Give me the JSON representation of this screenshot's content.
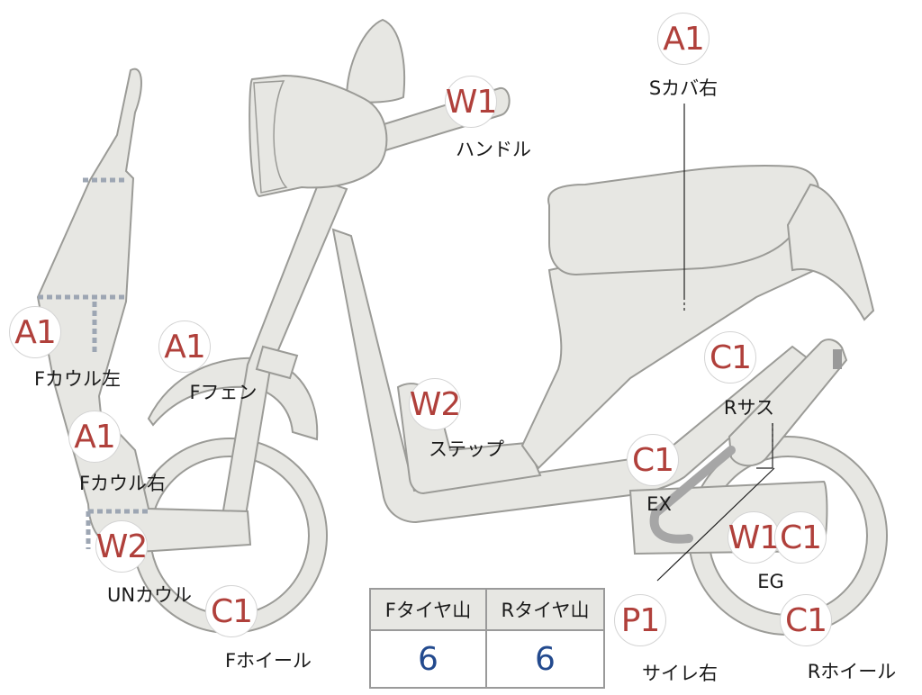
{
  "parts": [
    {
      "id": "s-cover-right",
      "code": "A1",
      "label": "Sカバ右"
    },
    {
      "id": "handle",
      "code": "W1",
      "label": "ハンドル"
    },
    {
      "id": "f-cowl-left",
      "code": "A1",
      "label": "Fカウル左"
    },
    {
      "id": "f-fender",
      "code": "A1",
      "label": "Fフェン"
    },
    {
      "id": "r-suspension",
      "code": "C1",
      "label": "Rサス"
    },
    {
      "id": "step",
      "code": "W2",
      "label": "ステップ"
    },
    {
      "id": "f-cowl-right",
      "code": "A1",
      "label": "Fカウル右"
    },
    {
      "id": "exhaust",
      "code": "C1",
      "label": "EX"
    },
    {
      "id": "under-cowl",
      "code": "W2",
      "label": "UNカウル"
    },
    {
      "id": "engine-w",
      "code": "W1",
      "label": ""
    },
    {
      "id": "engine-c",
      "code": "C1",
      "label": "EG"
    },
    {
      "id": "f-wheel",
      "code": "C1",
      "label": "Fホイール"
    },
    {
      "id": "muffler-right",
      "code": "P1",
      "label": "サイレ右"
    },
    {
      "id": "r-wheel",
      "code": "C1",
      "label": "Rホイール"
    }
  ],
  "tire_table": {
    "headers": [
      "Fタイヤ山",
      "Rタイヤ山"
    ],
    "values": [
      "6",
      "6"
    ]
  },
  "colors": {
    "code_text": "#b0403b",
    "value_text": "#234a8e",
    "body_fill": "#e7e7e3",
    "outline": "#9b9b97"
  }
}
